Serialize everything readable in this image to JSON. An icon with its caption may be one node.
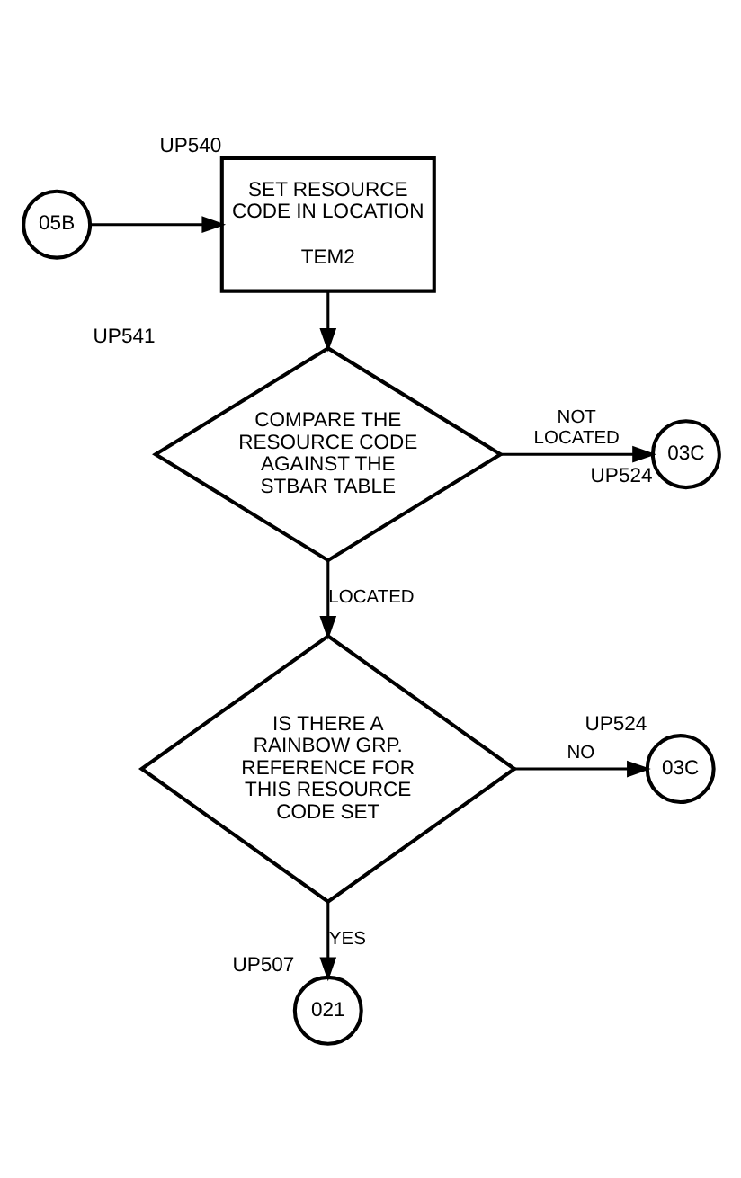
{
  "diagram": {
    "nodes": [
      {
        "text": [
          "SET RESOURCE CODE IN LOCATION",
          "TEM2"
        ],
        "beside": [
          "UP540"
        ]
      },
      {
        "text": [
          "05B"
        ]
      },
      {
        "text": [
          "COMPARE THE RESOURCE CODE AGAINST THE STBAR TABLE"
        ],
        "beside": [
          "UP541"
        ]
      },
      {
        "text": [
          "03C"
        ],
        "beside": [
          "UP524"
        ]
      },
      {
        "text": [
          "IS THERE A RAINBOW GRP. REFERENCE FOR THIS RESOURCE CODE SET"
        ]
      },
      {
        "text": [
          "03C"
        ],
        "beside": [
          "UP524"
        ]
      },
      {
        "text": [
          "021"
        ],
        "beside": [
          "UP507"
        ]
      }
    ],
    "edges": [
      {
        "from": 1,
        "to": 0,
        "arrow": "to"
      },
      {
        "from": 0,
        "to": 2,
        "arrow": "to"
      },
      {
        "from": 2,
        "to": 3,
        "arrow": "to",
        "label": "NOT LOCATED"
      },
      {
        "from": 2,
        "to": 4,
        "arrow": "to",
        "label": "LOCATED"
      },
      {
        "from": 4,
        "to": 5,
        "arrow": "to",
        "label": "NO"
      },
      {
        "from": 4,
        "to": 6,
        "arrow": "to",
        "label": "YES"
      }
    ]
  }
}
